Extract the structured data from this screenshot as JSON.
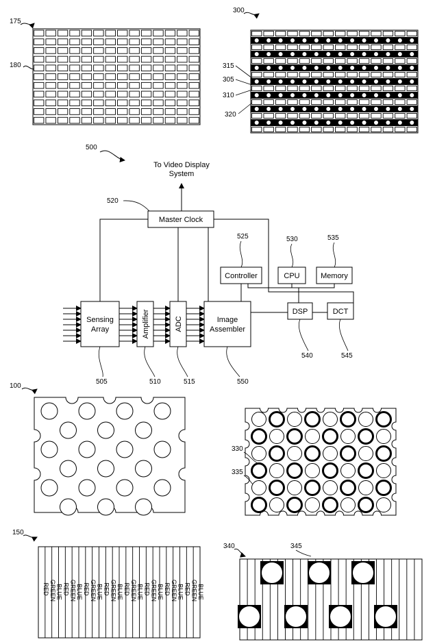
{
  "figure_top_left": {
    "ref": "175",
    "grid_ref": "180"
  },
  "figure_top_right": {
    "ref": "300",
    "callouts": [
      "315",
      "305",
      "310",
      "320"
    ]
  },
  "block_diagram": {
    "ref": "500",
    "output_label_line1": "To Video Display",
    "output_label_line2": "System",
    "blocks": {
      "master_clock": "Master Clock",
      "controller": "Controller",
      "cpu": "CPU",
      "memory": "Memory",
      "sensing_array_line1": "Sensing",
      "sensing_array_line2": "Array",
      "amplifier": "Amplifier",
      "adc": "ADC",
      "image_assembler_line1": "Image",
      "image_assembler_line2": "Assembler",
      "dsp": "DSP",
      "dct": "DCT"
    },
    "refs": {
      "master_clock": "520",
      "controller": "525",
      "cpu": "530",
      "memory": "535",
      "sensing_array": "505",
      "amplifier": "510",
      "adc": "515",
      "image_assembler": "550",
      "dsp": "540",
      "dct": "545"
    }
  },
  "figure_mid_left": {
    "ref": "100"
  },
  "figure_mid_right": {
    "callouts": [
      "330",
      "335"
    ]
  },
  "figure_bottom_left": {
    "ref": "150",
    "stripes": [
      "RED",
      "GREEN",
      "BLUE",
      "RED",
      "GREEN",
      "BLUE",
      "RED",
      "GREEN",
      "BLUE",
      "RED",
      "GREEN",
      "BLUE",
      "RED",
      "GREEN",
      "BLUE",
      "RED",
      "GREEN",
      "BLUE",
      "RED",
      "GREEN",
      "BLUE",
      "RED",
      "GREEN",
      "BLUE"
    ]
  },
  "figure_bottom_right": {
    "ref": "340",
    "callout": "345"
  }
}
